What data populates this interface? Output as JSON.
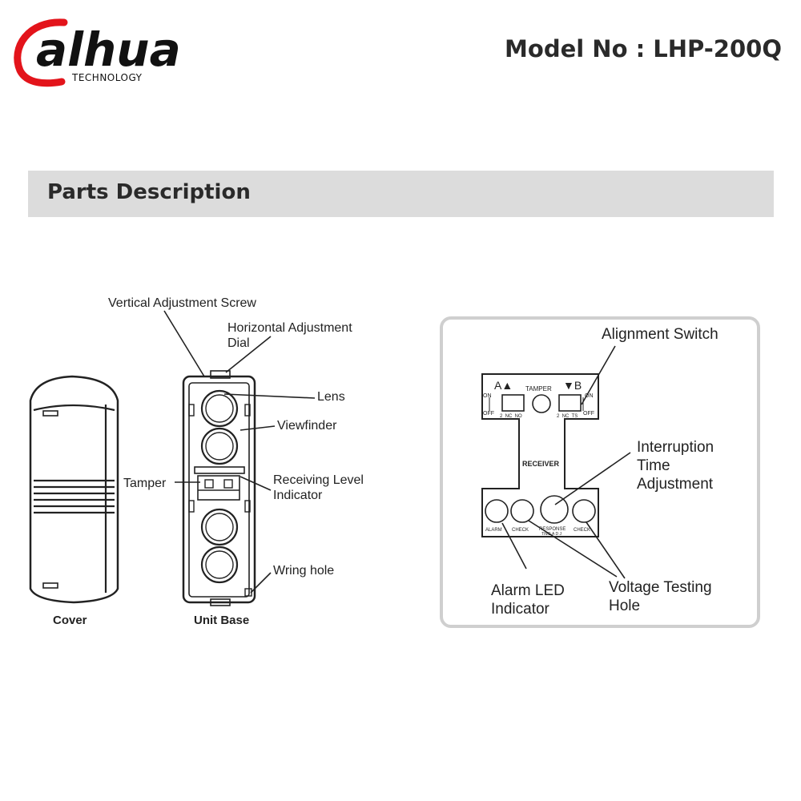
{
  "header": {
    "brand": "alhua",
    "brand_sub": "TECHNOLOGY",
    "model": "Model No : LHP-200Q"
  },
  "section": {
    "title": "Parts Description"
  },
  "left_diagram": {
    "callouts": {
      "vertical_screw": "Vertical Adjustment Screw",
      "horizontal_dial_1": "Horizontal Adjustment",
      "horizontal_dial_2": "Dial",
      "lens": "Lens",
      "viewfinder": "Viewfinder",
      "tamper": "Tamper",
      "receiving_1": "Receiving Level",
      "receiving_2": "Indicator",
      "wiring_hole": "Wring hole"
    },
    "captions": {
      "cover": "Cover",
      "unit_base": "Unit Base"
    }
  },
  "right_diagram": {
    "callouts": {
      "alignment_switch": "Alignment Switch",
      "interruption_1": "Interruption",
      "interruption_2": "Time",
      "interruption_3": "Adjustment",
      "alarm_led_1": "Alarm LED",
      "alarm_led_2": "Indicator",
      "voltage_1": "Voltage Testing",
      "voltage_2": "Hole"
    },
    "board": {
      "a_label": "A▲",
      "b_label": "▼B",
      "tamper": "TAMPER",
      "on_left": "ON",
      "off_left": "OFF",
      "on_right": "ON",
      "off_right": "OFF",
      "sw_a_pins": "2  NC  NO",
      "sw_b_pins": "2  NC  TS",
      "receiver": "RECEIVER",
      "alarm": "ALARM",
      "check1": "CHECK",
      "response_1": "RESPONSE",
      "response_2": "TIME A D J",
      "check2": "CHECK"
    }
  },
  "colors": {
    "brand_red": "#e3141b",
    "bar_gray": "#dcdcdc",
    "frame_gray": "#d8d8d8",
    "ink": "#222222"
  }
}
